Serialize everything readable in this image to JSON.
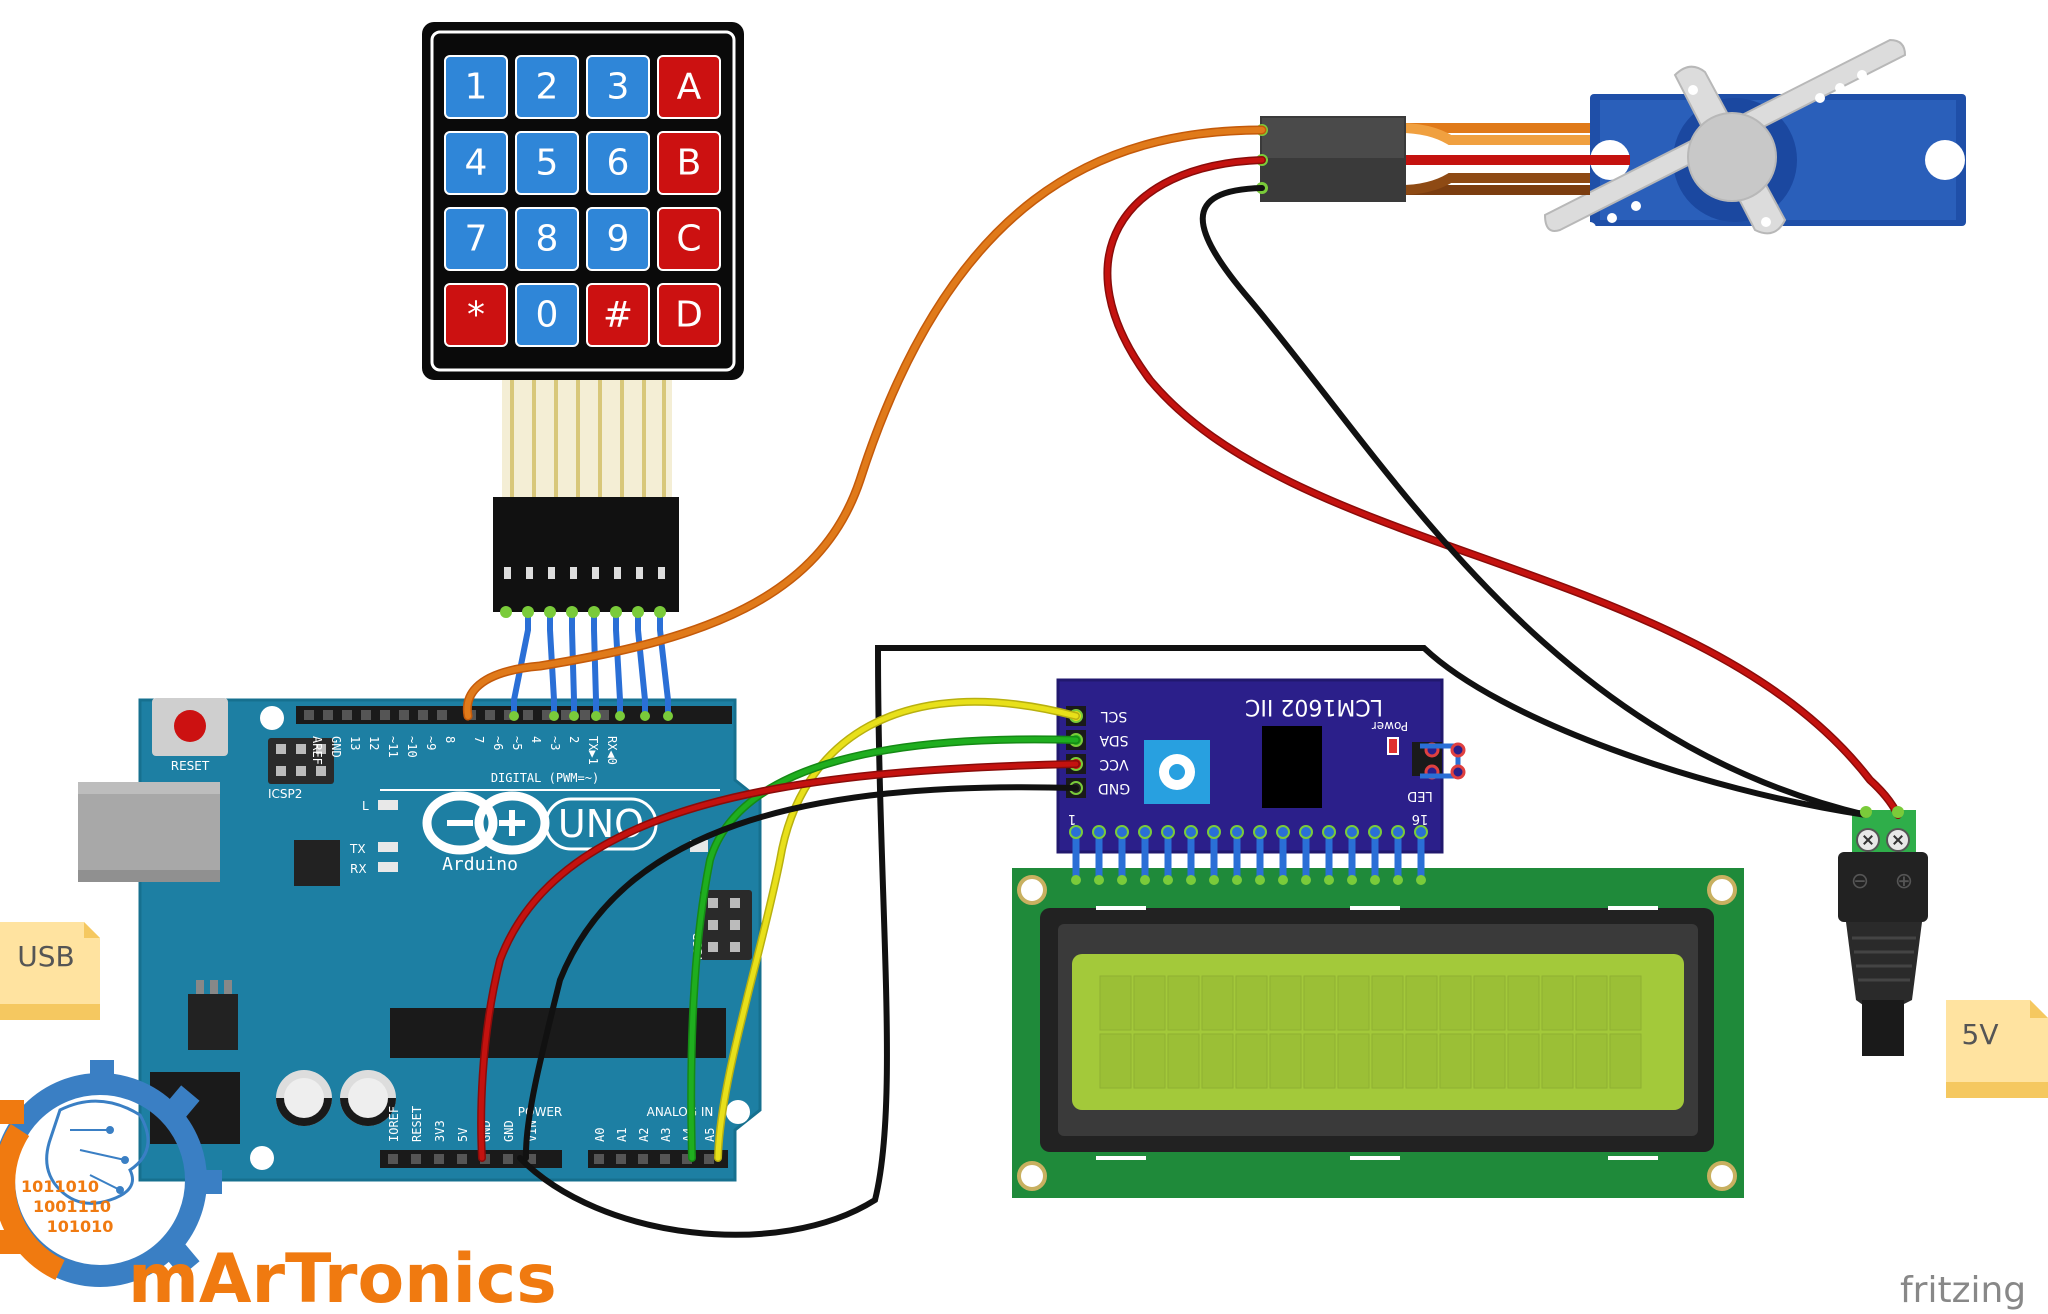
{
  "keypad": {
    "keys": [
      {
        "label": "1",
        "color": "#2f86d8"
      },
      {
        "label": "2",
        "color": "#2f86d8"
      },
      {
        "label": "3",
        "color": "#2f86d8"
      },
      {
        "label": "A",
        "color": "#cc1111"
      },
      {
        "label": "4",
        "color": "#2f86d8"
      },
      {
        "label": "5",
        "color": "#2f86d8"
      },
      {
        "label": "6",
        "color": "#2f86d8"
      },
      {
        "label": "B",
        "color": "#cc1111"
      },
      {
        "label": "7",
        "color": "#2f86d8"
      },
      {
        "label": "8",
        "color": "#2f86d8"
      },
      {
        "label": "9",
        "color": "#2f86d8"
      },
      {
        "label": "C",
        "color": "#cc1111"
      },
      {
        "label": "*",
        "color": "#cc1111"
      },
      {
        "label": "0",
        "color": "#2f86d8"
      },
      {
        "label": "#",
        "color": "#cc1111"
      },
      {
        "label": "D",
        "color": "#cc1111"
      }
    ]
  },
  "arduino": {
    "reset_label": "RESET",
    "icsp2_label": "ICSP2",
    "logo_uno": "UNO",
    "logo_brand": "Arduino",
    "digital_label": "DIGITAL (PWM=~)",
    "analog_label": "ANALOG IN",
    "power_label": "POWER",
    "icsp_label": "ICSP",
    "led_l": "L",
    "led_tx": "TX",
    "led_rx": "RX",
    "top_pins": [
      "AREF",
      "GND",
      "13",
      "12",
      "~11",
      "~10",
      "~9",
      "8",
      "7",
      "~6",
      "~5",
      "4",
      "~3",
      "2",
      "TX▶1",
      "RX◀0"
    ],
    "power_pins": [
      "IOREF",
      "RESET",
      "3V3",
      "5V",
      "GND",
      "GND",
      "VIN"
    ],
    "analog_pins": [
      "A0",
      "A1",
      "A2",
      "A3",
      "A4",
      "A5"
    ],
    "board_color": "#1d7fa3"
  },
  "i2c_module": {
    "title": "LCM1602 IIC",
    "pins": [
      "SCL",
      "SDA",
      "VCC",
      "GND"
    ],
    "power_label": "Power",
    "led_label": "LED",
    "pin_1": "1",
    "pin_16": "16",
    "board_color": "#2b1f8a"
  },
  "lcd": {
    "board_color": "#1f8a3a",
    "screen_color": "#a3c93a"
  },
  "notes": {
    "usb": "USB",
    "five_v": "5V"
  },
  "power_jack": {
    "minus": "⊖",
    "plus": "⊕"
  },
  "watermark": {
    "brand": "mArTronics",
    "binary_lines": [
      "1011010",
      "1001110",
      "101010"
    ]
  },
  "footer": {
    "tool": "fritzing"
  },
  "colors": {
    "wire_orange": "#e07a1a",
    "wire_red": "#c4120f",
    "wire_black": "#222222",
    "wire_green": "#1fae1f",
    "wire_yellow": "#e8e01a",
    "wire_blue": "#2a6fd6",
    "brand_orange": "#f07a10"
  }
}
